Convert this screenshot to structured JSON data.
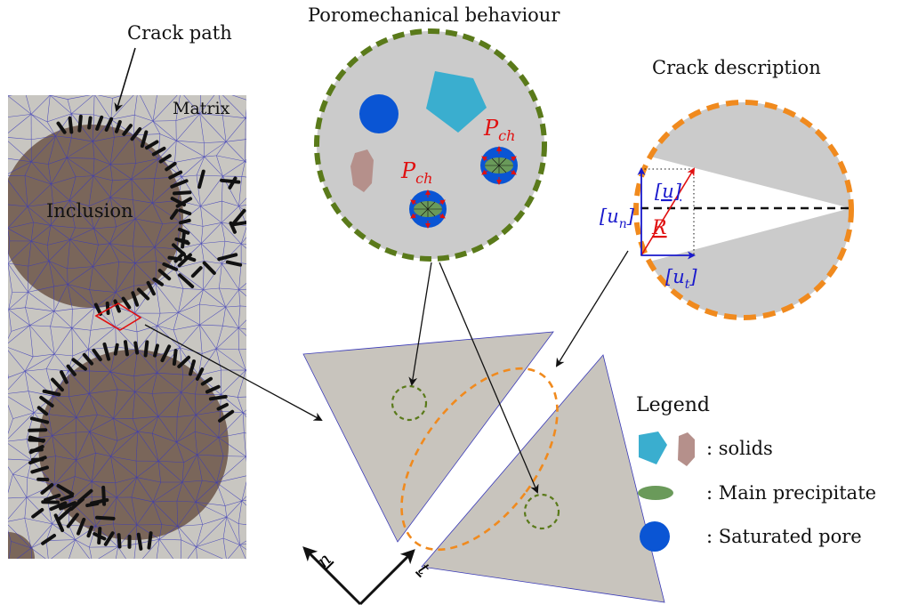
{
  "titles": {
    "crack_path": "Crack path",
    "poromechanical": "Poromechanical behaviour",
    "crack_description": "Crack description"
  },
  "mesh_panel": {
    "matrix_label": "Matrix",
    "inclusion_label": "Inclusion"
  },
  "poro_panel": {
    "pressure_1": "P",
    "pressure_1_sub": "ch",
    "pressure_2": "P",
    "pressure_2_sub": "ch"
  },
  "crack_panel": {
    "u_label": "[u]",
    "un_label": "[u",
    "un_sub": "n",
    "un_close": "]",
    "ut_label": "[u",
    "ut_sub": "t",
    "ut_close": "]",
    "r_label": "R"
  },
  "frame": {
    "n_label": "n",
    "t_label": "t"
  },
  "legend": {
    "title": "Legend",
    "items": [
      {
        "label": ": solids"
      },
      {
        "label": ": Main precipitate"
      },
      {
        "label": ": Saturated pore"
      }
    ]
  },
  "colors": {
    "matrix": "#c8c6c1",
    "inclusion": "#7a665a",
    "mesh": "#3a3ab8",
    "crack": "#111111",
    "poro_border": "#5a7a1a",
    "crack_border": "#f08a1e",
    "pore": "#0a55d4",
    "solid_cyan": "#3aaecf",
    "solid_pink": "#b5908b",
    "precipitate": "#6a9a5a",
    "pressure_red": "#e01010",
    "jump_blue": "#1a1acc",
    "triangle": "#c8c4bd"
  }
}
